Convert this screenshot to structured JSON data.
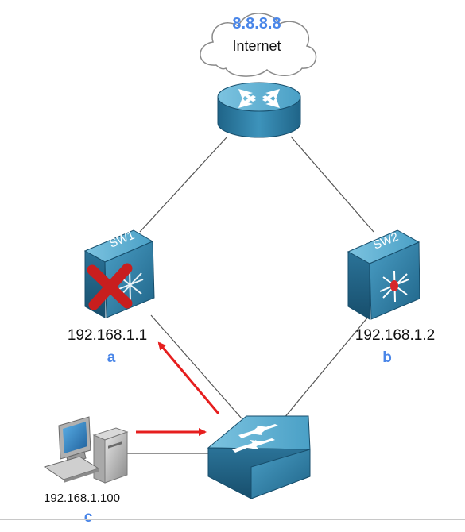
{
  "internet": {
    "address": "8.8.8.8",
    "label": "Internet"
  },
  "switches": {
    "sw1": {
      "name": "SW1",
      "address": "192.168.1.1",
      "letter": "a",
      "status": "failed"
    },
    "sw2": {
      "name": "SW2",
      "address": "192.168.1.2",
      "letter": "b",
      "status": "active"
    }
  },
  "host": {
    "address": "192.168.1.100",
    "letter": "c"
  },
  "colors": {
    "blue_label": "#4a86e8",
    "arrow_red": "#e61e1e",
    "device_blue": "#2f7fa3",
    "link_gray": "#555555",
    "fail_cross": "#c81e1e"
  }
}
